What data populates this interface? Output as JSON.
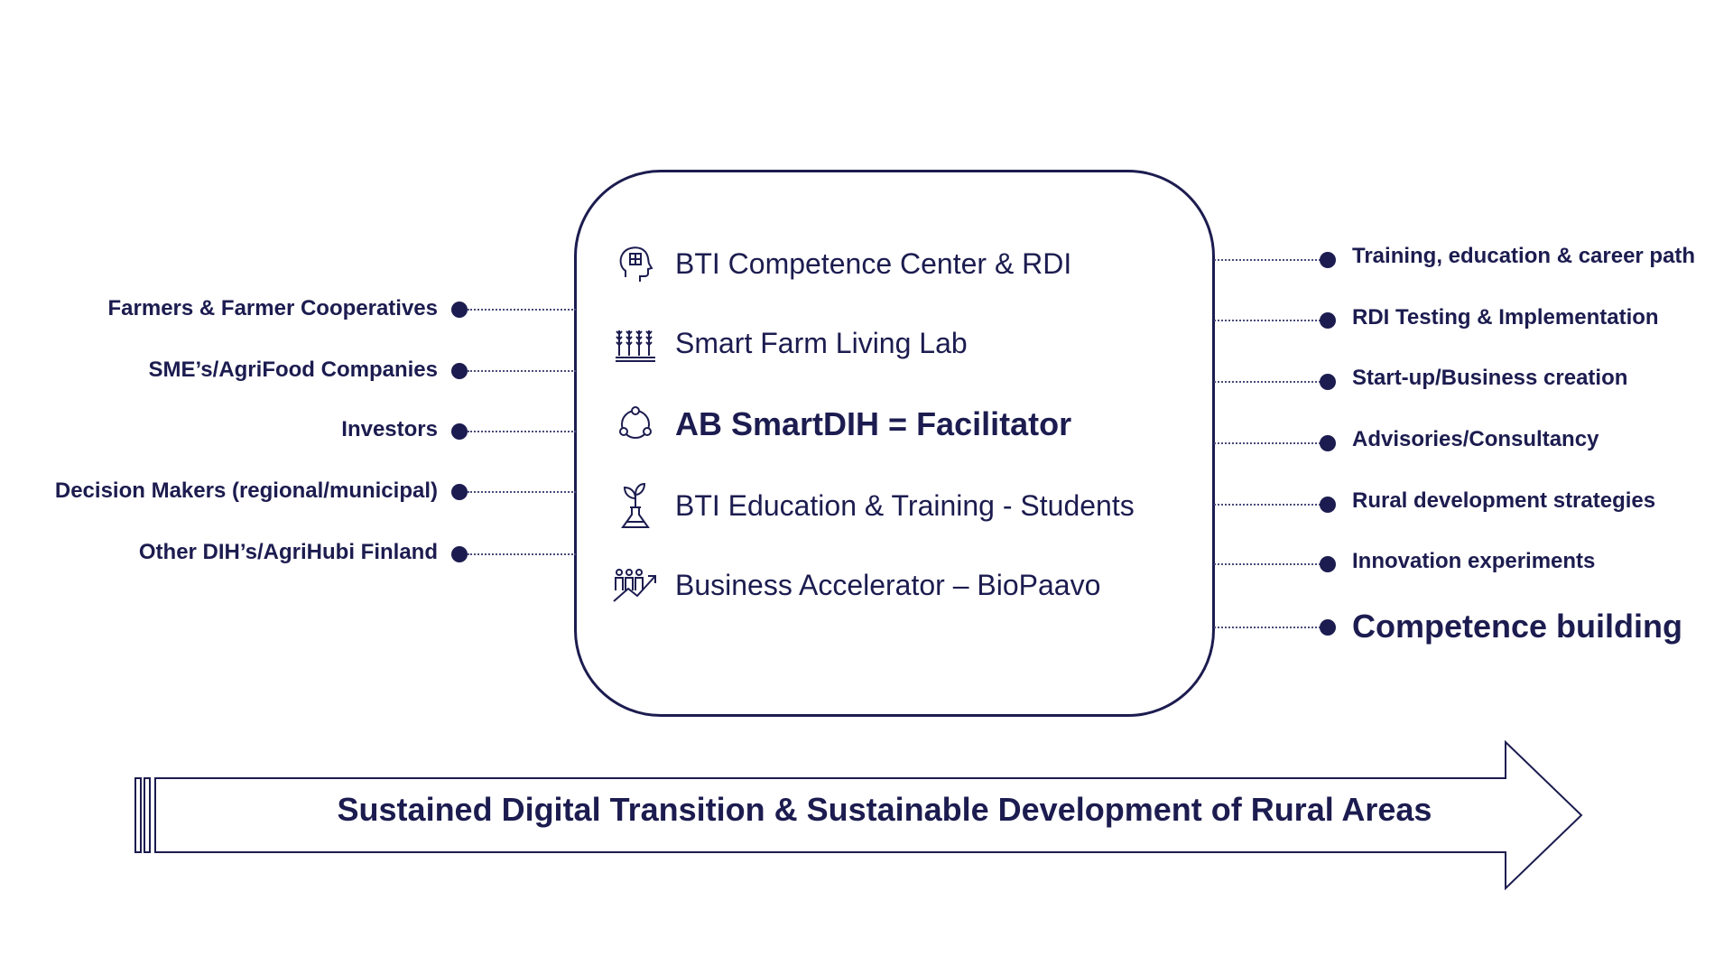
{
  "center": {
    "items": [
      {
        "label": "BTI Competence Center & RDI",
        "icon": "brain-puzzle-icon"
      },
      {
        "label": "Smart Farm Living Lab",
        "icon": "wheat-field-icon"
      },
      {
        "label": "AB SmartDIH = Facilitator",
        "icon": "network-cycle-icon"
      },
      {
        "label": "BTI Education & Training - Students",
        "icon": "flask-plant-icon"
      },
      {
        "label": "Business Accelerator – BioPaavo",
        "icon": "team-growth-icon"
      }
    ]
  },
  "left": {
    "items": [
      "Farmers & Farmer Cooperatives",
      "SME’s/AgriFood Companies",
      "Investors",
      "Decision Makers (regional/municipal)",
      "Other DIH’s/AgriHubi Finland"
    ]
  },
  "right": {
    "items": [
      "Training, education & career path",
      "RDI Testing & Implementation",
      "Start-up/Business creation",
      "Advisories/Consultancy",
      "Rural development strategies",
      "Innovation experiments",
      "Competence building"
    ]
  },
  "arrow": {
    "label": "Sustained Digital Transition & Sustainable Development of Rural Areas"
  },
  "colors": {
    "primary": "#1c1c50",
    "connector": "#4a4a7a",
    "background": "#ffffff"
  }
}
